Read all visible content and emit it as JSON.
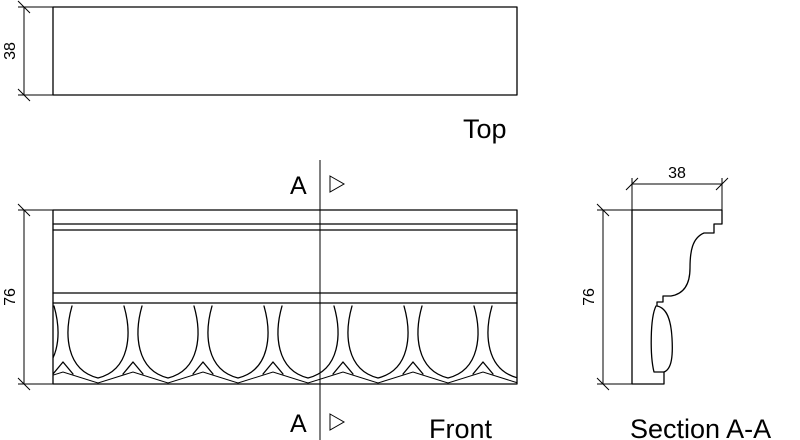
{
  "views": {
    "top_label": "Top",
    "front_label": "Front",
    "section_label": "Section A-A"
  },
  "dimensions": {
    "top_depth": "38",
    "front_height": "76",
    "section_depth": "38",
    "section_height": "76"
  },
  "section_marker": {
    "letter_top": "A",
    "letter_bottom": "A"
  },
  "egg_count": 7
}
